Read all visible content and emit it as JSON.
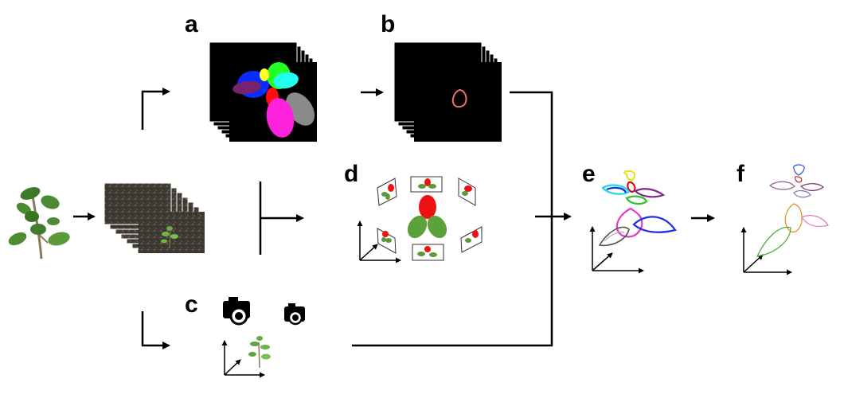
{
  "panels": {
    "a": "a",
    "b": "b",
    "c": "c",
    "d": "d",
    "e": "e",
    "f": "f"
  },
  "colors": {
    "background": "#ffffff",
    "arrow": "#000000",
    "mask_background": "#000000",
    "leaf_green": "#5a9a3a",
    "leaf_red": "#ee1111",
    "seg_blue": "#0a2bff",
    "seg_green": "#22ff22",
    "seg_yellow": "#ffff22",
    "seg_cyan": "#22ffee",
    "seg_purple": "#77226e",
    "seg_red": "#ff1010",
    "seg_magenta": "#ff22dd",
    "seg_gray": "#8a8a8a",
    "contour_pink": "#f07070"
  },
  "icons": [
    "plant-icon",
    "image-stack-icon",
    "camera-icon",
    "axes-icon",
    "leaf-contour-icon"
  ]
}
